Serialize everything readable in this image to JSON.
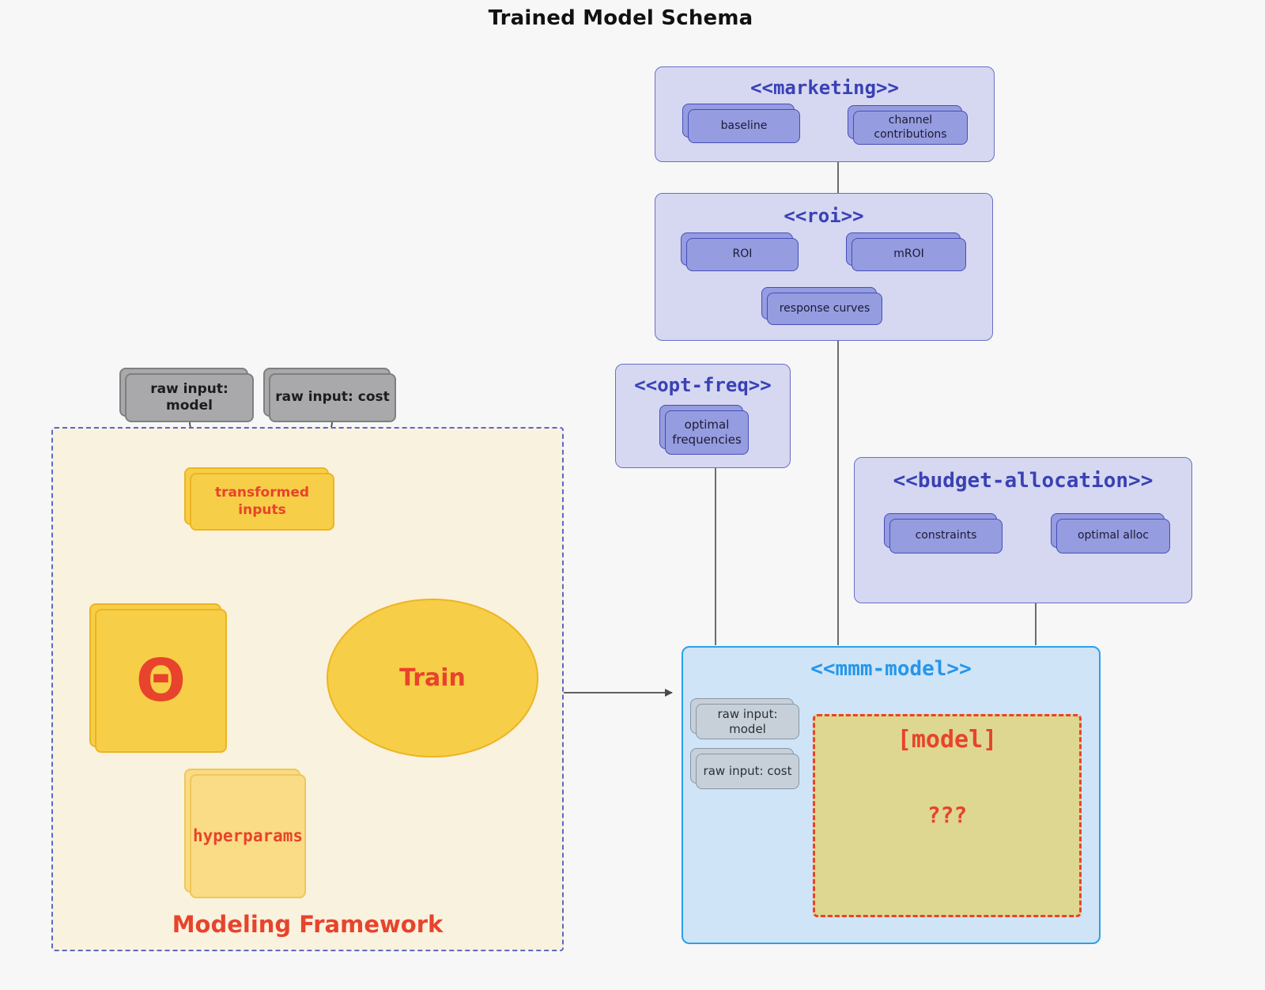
{
  "title": "Trained Model Schema",
  "groups": {
    "marketing": {
      "title": "<<marketing>>",
      "baseline": "baseline",
      "channel_contributions": "channel contributions"
    },
    "roi": {
      "title": "<<roi>>",
      "roi": "ROI",
      "mroi": "mROI",
      "response_curves": "response curves"
    },
    "opt_freq": {
      "title": "<<opt-freq>>",
      "optimal_frequencies": "optimal frequencies"
    },
    "budget_allocation": {
      "title": "<<budget-allocation>>",
      "constraints": "constraints",
      "optimal_alloc": "optimal alloc"
    },
    "mmm_model": {
      "title": "<<mmm-model>>",
      "raw_input_model": "raw input: model",
      "raw_input_cost": "raw input: cost",
      "model_label": "[model]",
      "model_placeholder": "???"
    }
  },
  "framework": {
    "label": "Modeling Framework",
    "raw_input_model": "raw input: model",
    "raw_input_cost": "raw input: cost",
    "transformed_inputs": "transformed inputs",
    "theta": "Θ",
    "train": "Train",
    "hyperparams": "hyperparams"
  },
  "colors": {
    "accent_red": "#e8432c",
    "group_purple_fill": "#d5d8f0",
    "group_purple_border": "#6a6fc7",
    "group_title_purple": "#3a41b5",
    "node_purple_fill": "#959ce0",
    "node_purple_border": "#454fb8",
    "mmm_fill": "#cfe4f6",
    "mmm_border": "#2da0e8",
    "mmm_title_blue": "#2496ea",
    "model_box_fill": "#ded791",
    "framework_fill": "#f9f2df",
    "framework_border": "#5b68c4",
    "yellow_fill": "#f7ce47",
    "yellow_border": "#edb422",
    "yellow_light_fill": "#f9dc85",
    "gray_fill": "#a9a9ab",
    "bluegray_fill": "#c7d0d9",
    "connector_dark": "#4a4a4a"
  }
}
